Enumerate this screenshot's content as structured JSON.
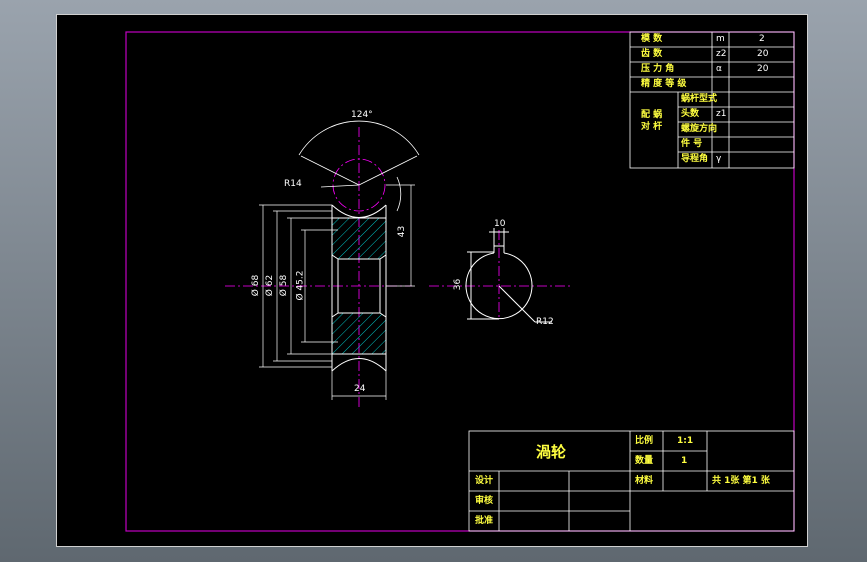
{
  "drawing": {
    "part_name": "渦轮",
    "dimensions": {
      "angle": "124°",
      "radius_throat": "R14",
      "height_right": "43",
      "dia1": "Ø 68",
      "dia2": "Ø 62",
      "dia3": "Ø 58",
      "dia4": "Ø 45.2",
      "width": "24",
      "keyway_width": "10",
      "bore_height": "36",
      "bore_radius": "R12"
    }
  },
  "param_table": {
    "rows": [
      {
        "label": "模   数",
        "symbol": "m",
        "value": "2"
      },
      {
        "label": "齿   数",
        "symbol": "z2",
        "value": "20"
      },
      {
        "label": "压 力 角",
        "symbol": "α",
        "value": "20"
      },
      {
        "label": "精 度 等 级",
        "symbol": "",
        "value": ""
      }
    ],
    "group_label": "配 蜗\n对 杆",
    "group_rows": [
      {
        "label": "蜗杆型式",
        "symbol": "",
        "value": ""
      },
      {
        "label": "头数",
        "symbol": "z1",
        "value": ""
      },
      {
        "label": "螺旋方向",
        "symbol": "",
        "value": ""
      },
      {
        "label": "件 号",
        "symbol": "",
        "value": ""
      },
      {
        "label": "导程角",
        "symbol": "γ",
        "value": ""
      }
    ]
  },
  "title_block": {
    "name": "渦轮",
    "scale_label": "比例",
    "scale_value": "1:1",
    "qty_label": "数量",
    "qty_value": "1",
    "material_label": "材料",
    "sheets": "共  1张   第1 张",
    "design_label": "设计",
    "check_label": "审核",
    "approve_label": "批准"
  },
  "colors": {
    "background": "#000000",
    "frame": "#c000c0",
    "lines": "#ffffff",
    "text": "#ffff40",
    "hatch": "#00c0c0",
    "centerline": "#ff00ff"
  }
}
